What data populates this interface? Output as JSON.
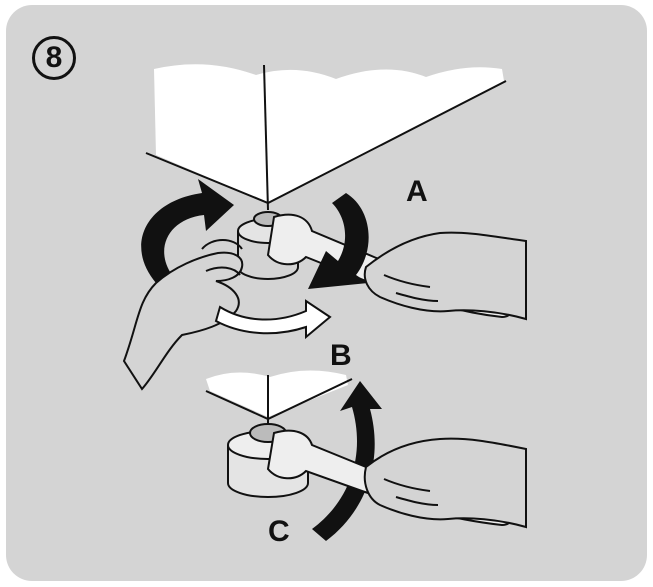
{
  "step": {
    "number": "8"
  },
  "labels": {
    "a": "A",
    "b": "B",
    "c": "C"
  },
  "colors": {
    "panel": "#d4d4d4",
    "ink": "#111111",
    "white": "#ffffff",
    "wrench": "#eeeeee"
  }
}
